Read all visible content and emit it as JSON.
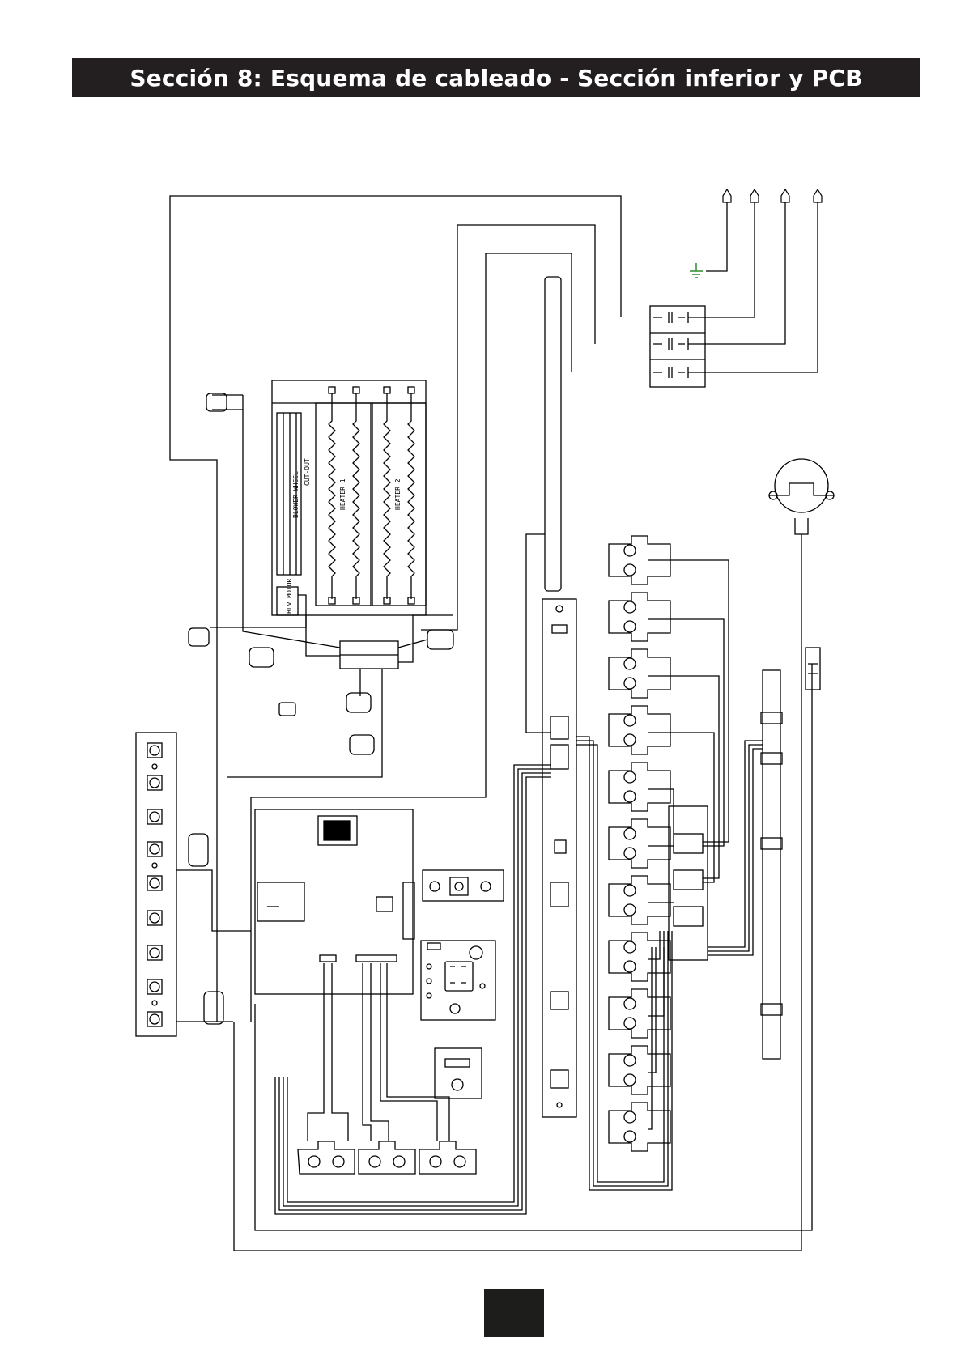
{
  "header": {
    "title": "Sección 8: Esquema de cableado - Sección inferior y PCB"
  },
  "diagram": {
    "labels": {
      "blower_wheel": "BLOWER WHEEL",
      "cut_out": "CUT-OUT",
      "heater_1": "HEATER 1",
      "heater_2": "HEATER 2",
      "blv_motor": "BLV MOTOR"
    },
    "colors": {
      "ground": "#2e8b2e",
      "ink": "#000000",
      "header_bg": "#231f20"
    },
    "icons": [
      "ground-icon",
      "motor-icon",
      "fan-wheel-icon",
      "heater-element-icon",
      "switch-icon",
      "connector-icon",
      "display-icon"
    ]
  },
  "footer": {
    "page_number": ""
  }
}
